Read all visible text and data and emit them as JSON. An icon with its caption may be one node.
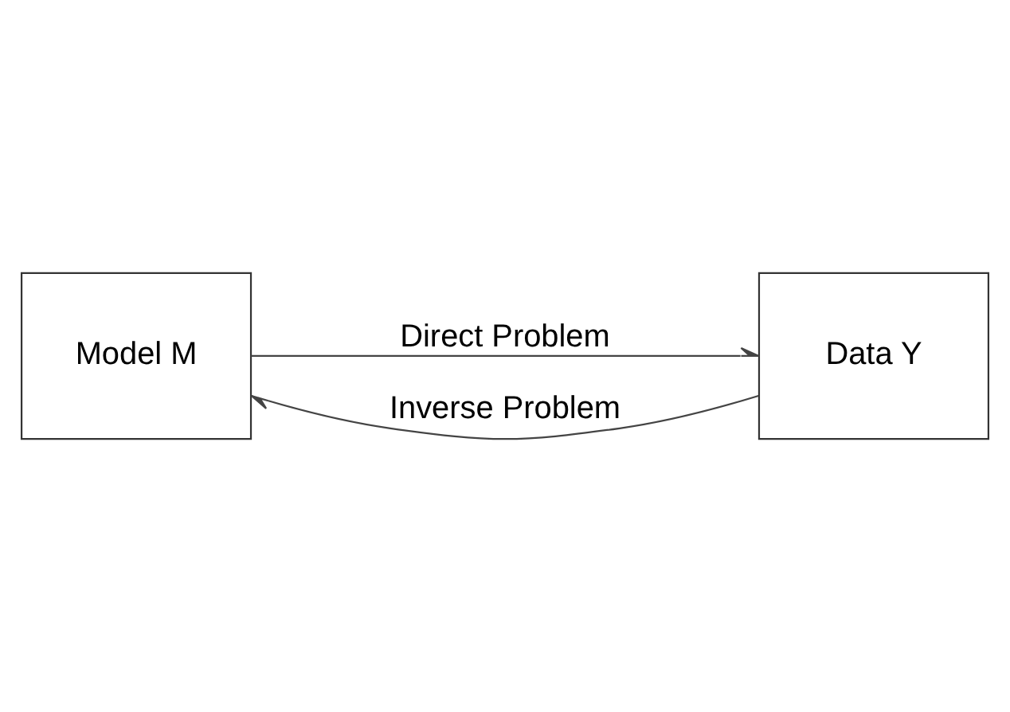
{
  "diagram": {
    "nodes": [
      {
        "text": [
          "Model M"
        ]
      },
      {
        "text": [
          "Data Y"
        ]
      }
    ],
    "edges": [
      {
        "from": 0,
        "to": 1,
        "arrow": "to",
        "label": "Direct Problem"
      },
      {
        "from": 1,
        "to": 0,
        "arrow": "to",
        "label": "Inverse Problem"
      }
    ]
  }
}
